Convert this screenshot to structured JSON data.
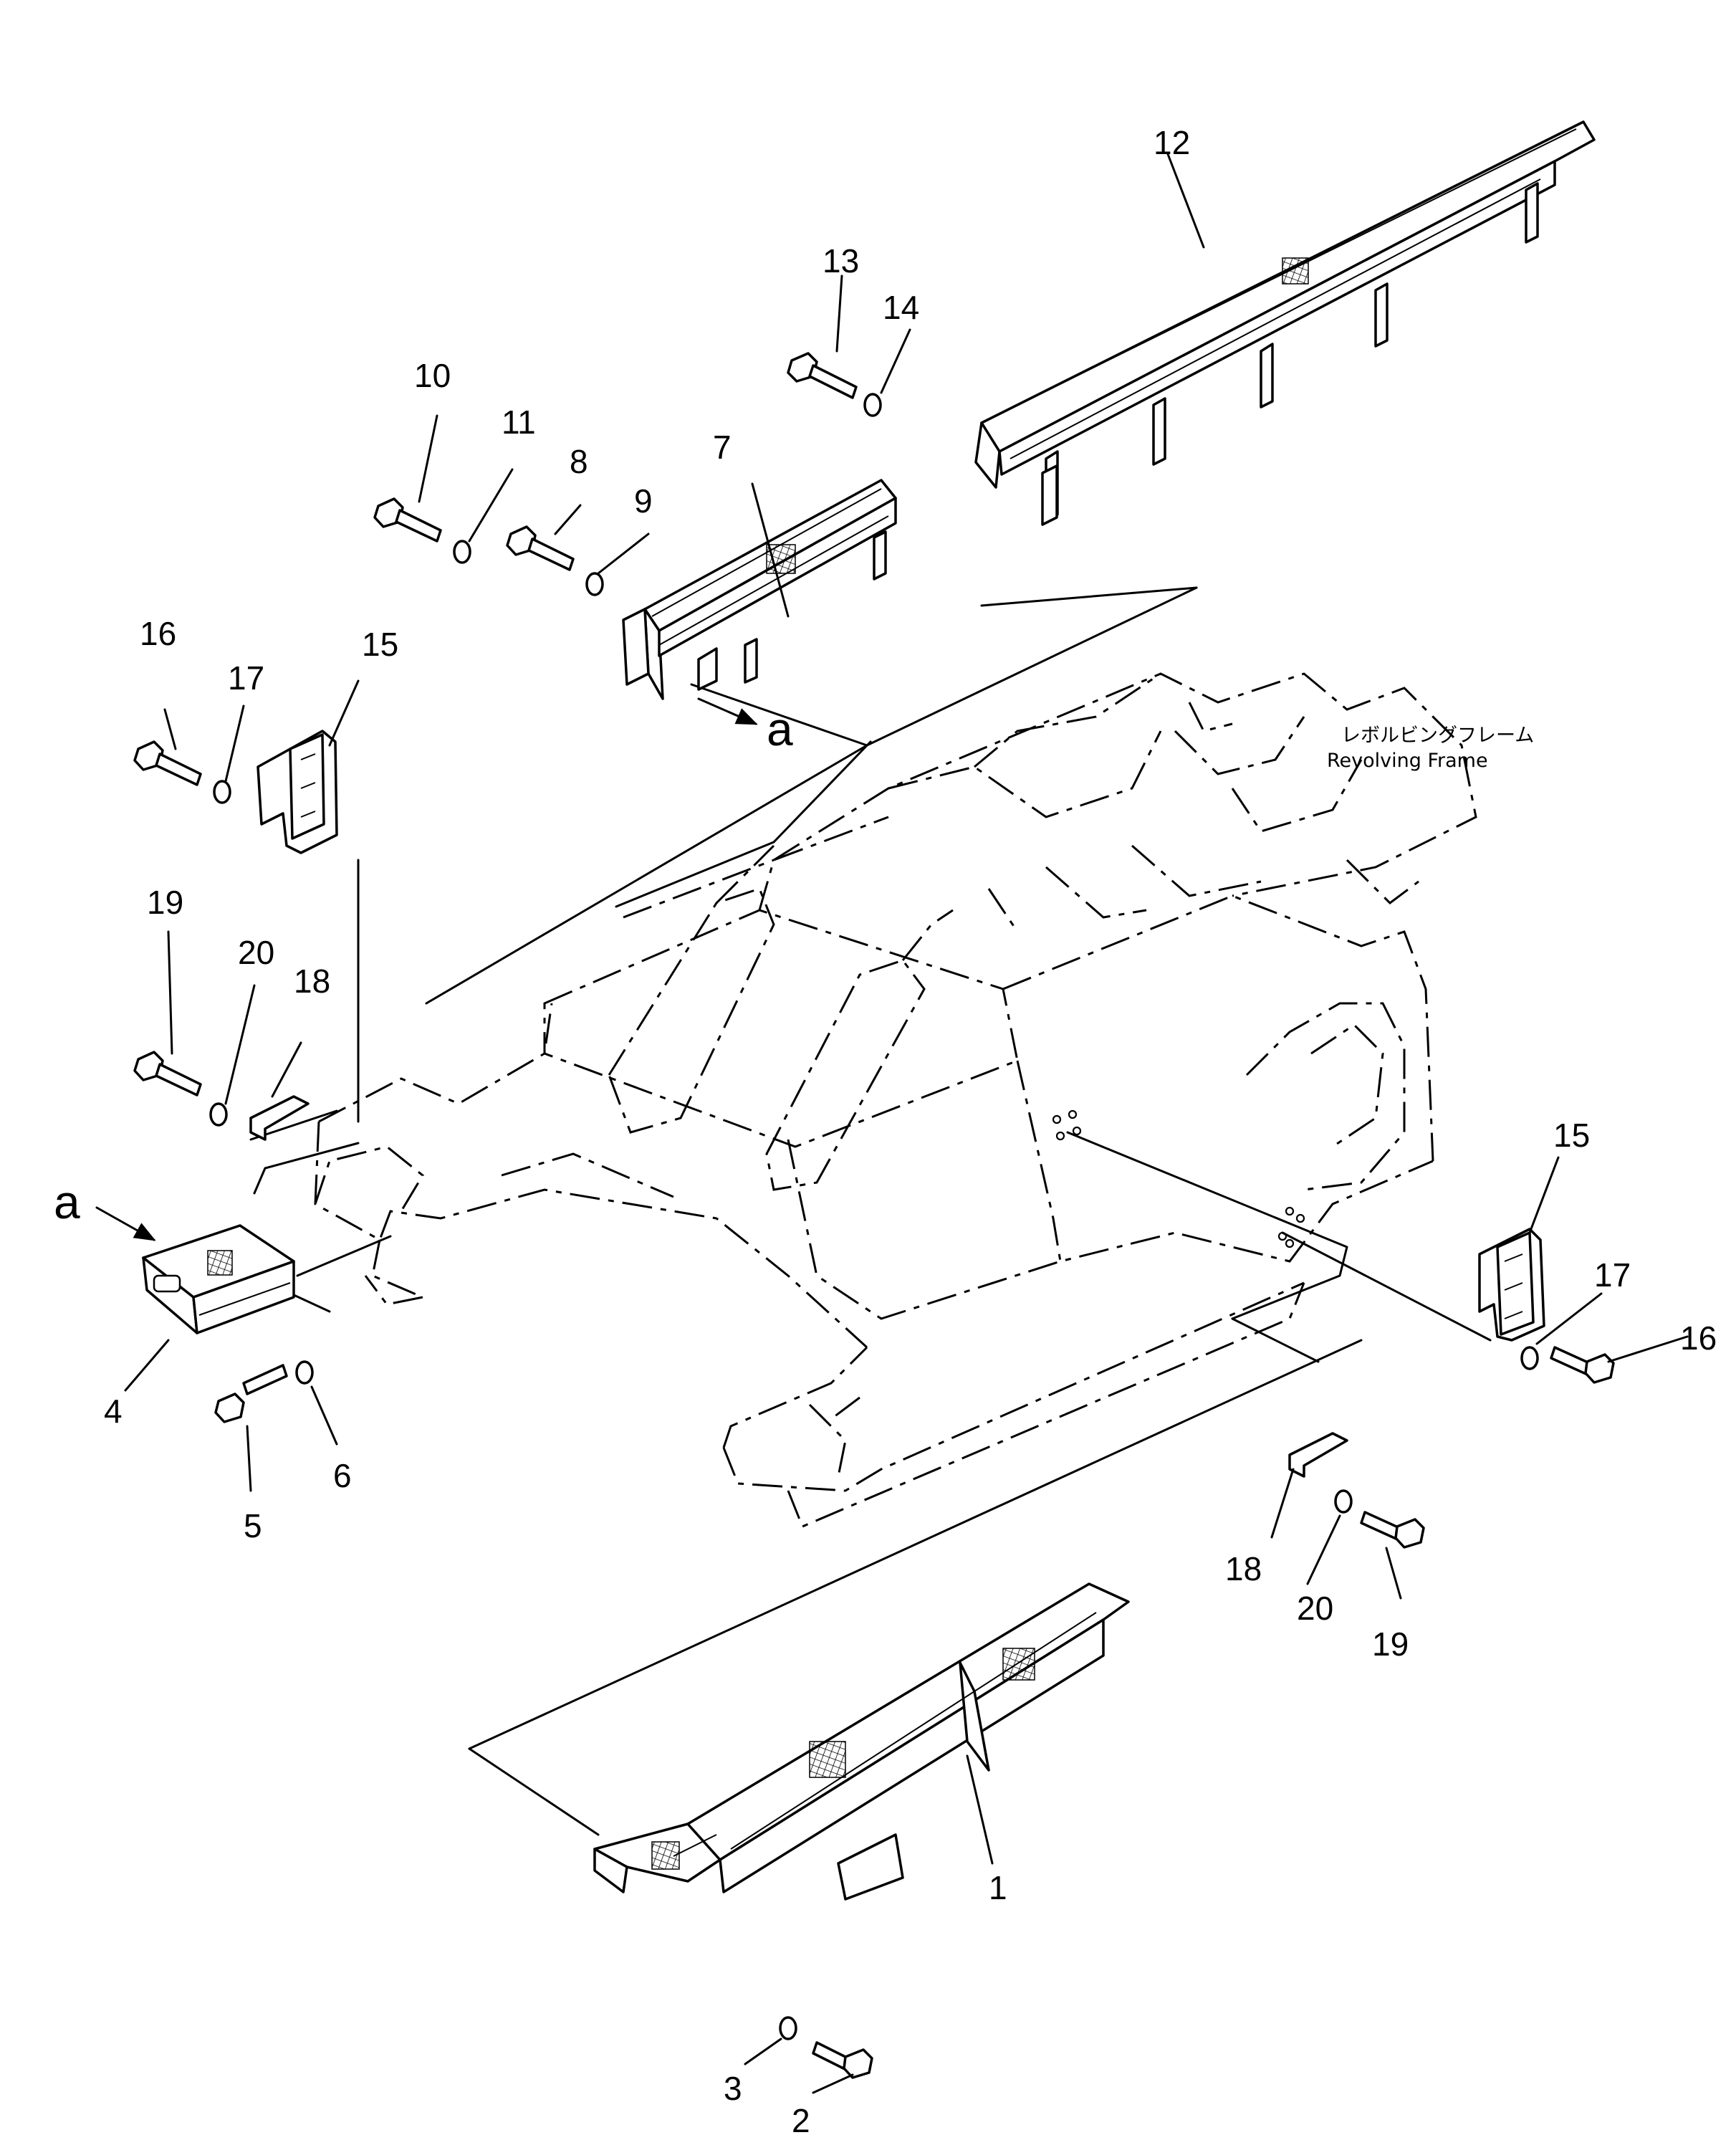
{
  "callouts": {
    "c1": "1",
    "c2": "2",
    "c3": "3",
    "c4": "4",
    "c5": "5",
    "c6": "6",
    "c7": "7",
    "c8": "8",
    "c9": "9",
    "c10": "10",
    "c11": "11",
    "c12": "12",
    "c13": "13",
    "c14": "14",
    "c15a": "15",
    "c15b": "15",
    "c16a": "16",
    "c16b": "16",
    "c17a": "17",
    "c17b": "17",
    "c18a": "18",
    "c18b": "18",
    "c19a": "19",
    "c19b": "19",
    "c20a": "20",
    "c20b": "20"
  },
  "view_markers": {
    "upper": "a",
    "lower": "a"
  },
  "frame_label": {
    "japanese": "レボルビングフレーム",
    "english": "Revolving  Frame"
  }
}
